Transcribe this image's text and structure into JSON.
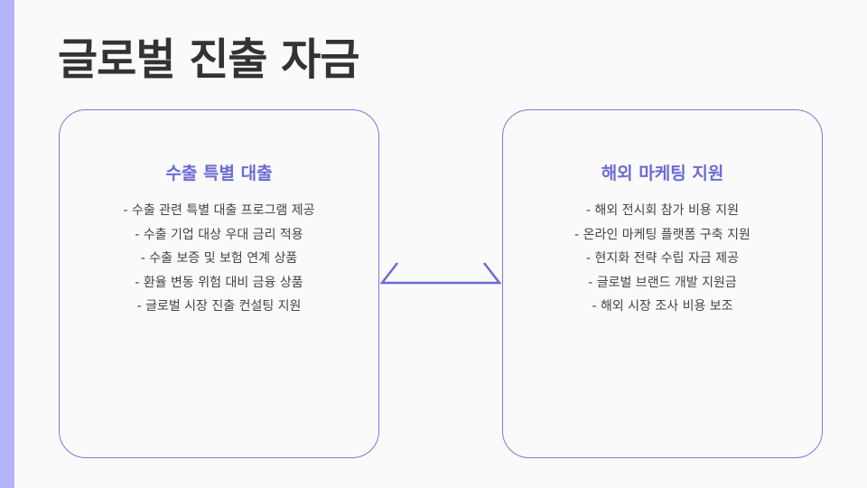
{
  "slide": {
    "title": "글로벌 진출 자금",
    "accent_color": "#b3b3fb",
    "card_border_color": "#7a7ad8",
    "heading_color": "#6b6bd6"
  },
  "cards": [
    {
      "title": "수출 특별 대출",
      "items": [
        "- 수출 관련 특별 대출 프로그램 제공",
        "- 수출 기업 대상 우대 금리 적용",
        "- 수출 보증 및 보험 연계 상품",
        "- 환율 변동 위험 대비 금융 상품",
        "- 글로벌 시장 진출 컨설팅 지원"
      ]
    },
    {
      "title": "해외 마케팅 지원",
      "items": [
        "- 해외 전시회 참가 비용 지원",
        "- 온라인 마케팅 플랫폼 구축 지원",
        "- 현지화 전략 수립 자금 제공",
        "- 글로벌 브랜드 개발 지원금",
        "- 해외 시장 조사 비용 보조"
      ]
    }
  ]
}
